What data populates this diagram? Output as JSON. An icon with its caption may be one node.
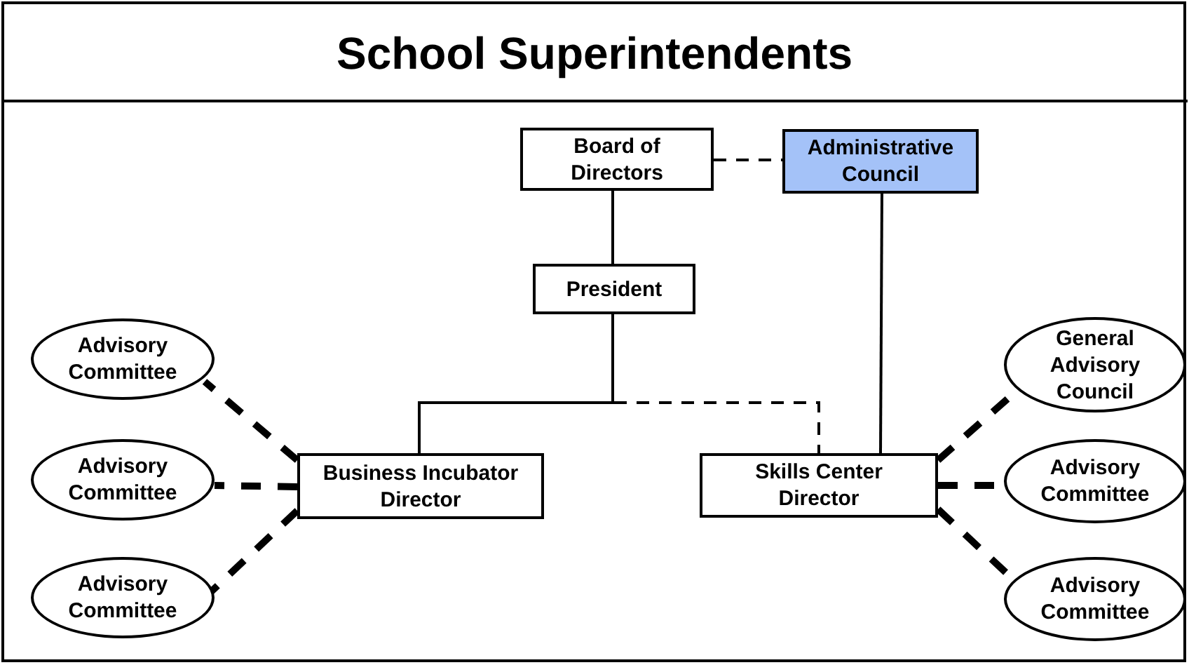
{
  "diagram": {
    "title": "School Superintendents",
    "nodes": [
      {
        "text": [
          "Board of Directors"
        ]
      },
      {
        "text": [
          "Administrative Council"
        ]
      },
      {
        "text": [
          "President"
        ]
      },
      {
        "text": [
          "Business Incubator Director"
        ]
      },
      {
        "text": [
          "Skills Center Director"
        ]
      },
      {
        "text": [
          "Advisory Committee"
        ]
      },
      {
        "text": [
          "Advisory Committee"
        ]
      },
      {
        "text": [
          "Advisory Committee"
        ]
      },
      {
        "text": [
          "General Advisory Council"
        ]
      },
      {
        "text": [
          "Advisory Committee"
        ]
      },
      {
        "text": [
          "Advisory Committee"
        ]
      }
    ],
    "edges": [
      {
        "from": 0,
        "to": 1,
        "arrow": "none",
        "style": "dashed"
      },
      {
        "from": 0,
        "to": 2,
        "arrow": "none"
      },
      {
        "from": 2,
        "to": 3,
        "arrow": "none"
      },
      {
        "from": 2,
        "to": 4,
        "arrow": "none",
        "style": "dashed"
      },
      {
        "from": 1,
        "to": 4,
        "arrow": "none"
      },
      {
        "from": 3,
        "to": 5,
        "arrow": "none",
        "style": "dashed"
      },
      {
        "from": 3,
        "to": 6,
        "arrow": "none",
        "style": "dashed"
      },
      {
        "from": 3,
        "to": 7,
        "arrow": "none",
        "style": "dashed"
      },
      {
        "from": 4,
        "to": 8,
        "arrow": "none",
        "style": "dashed"
      },
      {
        "from": 4,
        "to": 9,
        "arrow": "none",
        "style": "dashed"
      },
      {
        "from": 4,
        "to": 10,
        "arrow": "none",
        "style": "dashed"
      }
    ]
  }
}
